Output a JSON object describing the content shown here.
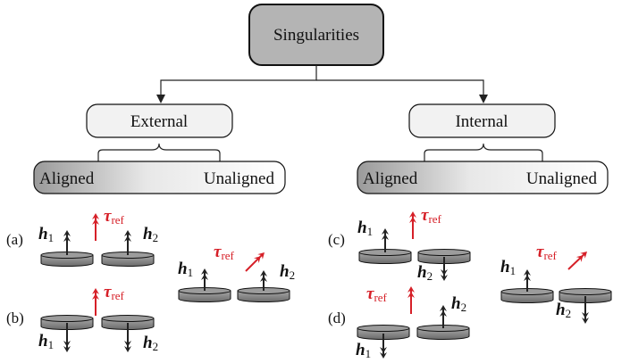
{
  "root": {
    "label": "Singularities"
  },
  "branches": [
    {
      "label": "External",
      "aligned_label": "Aligned",
      "unaligned_label": "Unaligned"
    },
    {
      "label": "Internal",
      "aligned_label": "Aligned",
      "unaligned_label": "Unaligned"
    }
  ],
  "cases": {
    "a": "(a)",
    "b": "(b)",
    "c": "(c)",
    "d": "(d)"
  },
  "symbols": {
    "h_main": "h",
    "h1_sub": "1",
    "h2_sub": "2",
    "tau_main": "τ",
    "tau_sub": "ref"
  },
  "colors": {
    "tau_red": "#d62028",
    "arrow_dark": "#222222",
    "root_fill": "#b4b4b4",
    "branch_fill": "#f2f2f2",
    "disc_fill": "#8a8a8a"
  }
}
